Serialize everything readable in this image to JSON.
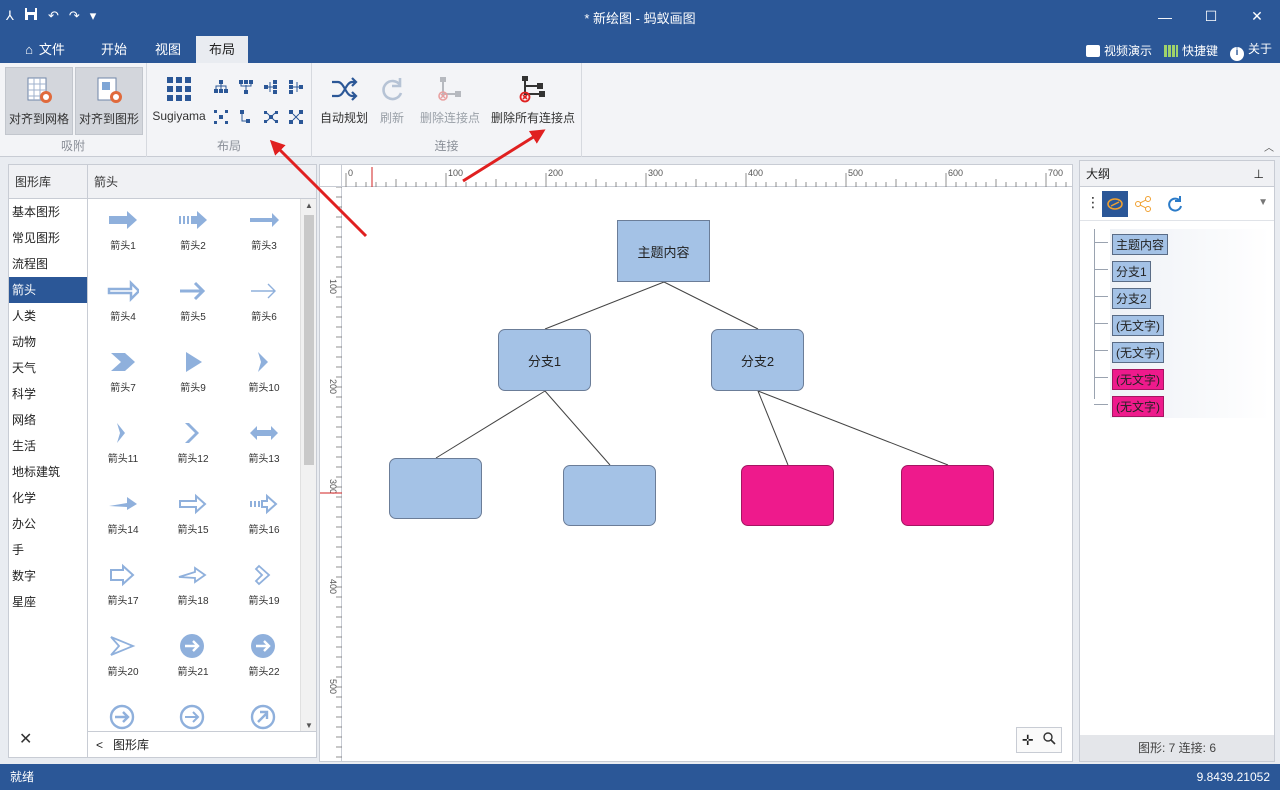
{
  "window": {
    "title": "* 新绘图 - 蚂蚁画图",
    "controls": {
      "minimize": "—",
      "maximize": "☐",
      "close": "✕"
    }
  },
  "tabs": [
    {
      "label": "文件"
    },
    {
      "label": "开始"
    },
    {
      "label": "视图"
    },
    {
      "label": "布局"
    }
  ],
  "topbar_right": {
    "video": "视频演示",
    "shortcuts": "快捷键",
    "about": "关于"
  },
  "ribbon": {
    "group_snap": {
      "label": "吸附",
      "align_grid": "对齐到网格",
      "align_shape": "对齐到图形"
    },
    "group_layout": {
      "label": "布局",
      "sugiyama": "Sugiyama"
    },
    "group_connect": {
      "label": "连接",
      "auto_plan": "自动规划",
      "refresh": "刷新",
      "delete_point": "删除连接点",
      "delete_all": "删除所有连接点"
    }
  },
  "library": {
    "header": "图形库",
    "categories": [
      "基本图形",
      "常见图形",
      "流程图",
      "箭头",
      "人类",
      "动物",
      "天气",
      "科学",
      "网络",
      "生活",
      "地标建筑",
      "化学",
      "办公",
      "手",
      "数字",
      "星座"
    ],
    "selected": "箭头",
    "close": "✕"
  },
  "shapes": {
    "header": "箭头",
    "items": [
      "箭头1",
      "箭头2",
      "箭头3",
      "箭头4",
      "箭头5",
      "箭头6",
      "箭头7",
      "箭头9",
      "箭头10",
      "箭头11",
      "箭头12",
      "箭头13",
      "箭头14",
      "箭头15",
      "箭头16",
      "箭头17",
      "箭头18",
      "箭头19",
      "箭头20",
      "箭头21",
      "箭头22"
    ],
    "footer": "图形库"
  },
  "ruler": {
    "top_labels": [
      "0",
      "100",
      "200",
      "300",
      "400",
      "500",
      "600",
      "700"
    ],
    "left_labels": [
      "100",
      "200",
      "300",
      "400",
      "500"
    ]
  },
  "diagram": {
    "root": "主题内容",
    "branch1": "分支1",
    "branch2": "分支2"
  },
  "outline": {
    "title": "大纲",
    "items": [
      {
        "label": "主题内容",
        "color": "#a4c2e6"
      },
      {
        "label": "分支1",
        "color": "#a4c2e6"
      },
      {
        "label": "分支2",
        "color": "#a4c2e6"
      },
      {
        "label": "(无文字)",
        "color": "#a4c2e6"
      },
      {
        "label": "(无文字)",
        "color": "#a4c2e6"
      },
      {
        "label": "(无文字)",
        "color": "#ee1a8c"
      },
      {
        "label": "(无文字)",
        "color": "#ee1a8c"
      }
    ],
    "footer": "图形: 7   连接: 6"
  },
  "status": {
    "left": "就绪",
    "right": "9.8439.21052"
  },
  "colors": {
    "accent": "#2b5797",
    "node_blue": "#a4c2e6",
    "node_pink": "#ee1a8c",
    "annotation_red": "#e02020"
  }
}
